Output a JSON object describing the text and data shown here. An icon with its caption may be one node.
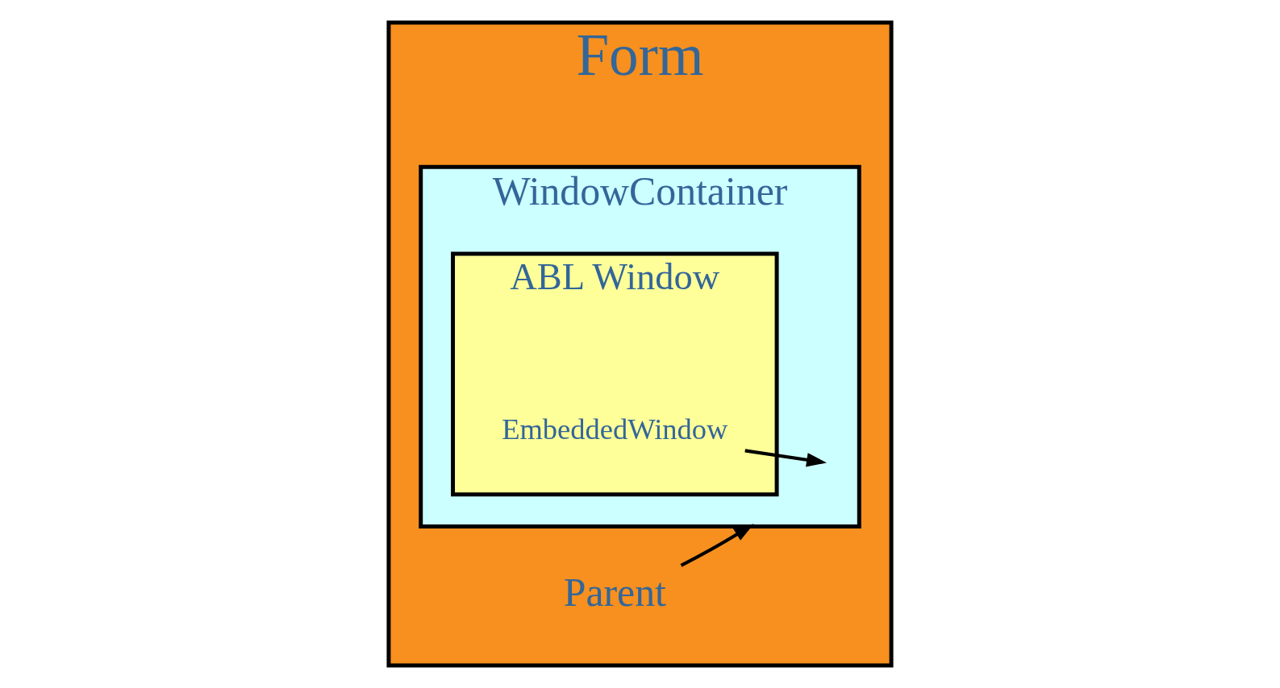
{
  "diagram": {
    "nodes": [
      {
        "text": [
          "Form"
        ]
      },
      {
        "text": [
          "Parent"
        ],
        "in": 0
      },
      {
        "text": [
          "WindowContainer"
        ],
        "in": 0
      },
      {
        "text": [
          "ABL Window"
        ],
        "in": 2
      },
      {
        "text": [
          "EmbeddedWindow"
        ],
        "in": 3
      }
    ],
    "edges": [
      {
        "from": 1,
        "to": 2,
        "arrow": "to"
      },
      {
        "from": 4,
        "to": null,
        "arrow": "to"
      }
    ]
  }
}
